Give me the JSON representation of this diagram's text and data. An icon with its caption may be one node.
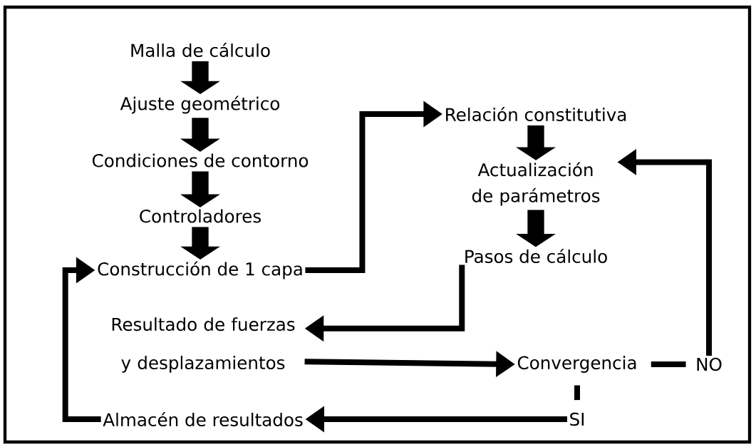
{
  "diagram": {
    "nodes": [
      {
        "text": [
          "Malla de cálculo"
        ]
      },
      {
        "text": [
          "Ajuste geométrico"
        ]
      },
      {
        "text": [
          "Condiciones de contorno"
        ]
      },
      {
        "text": [
          "Controladores"
        ]
      },
      {
        "text": [
          "Construcción de 1 capa"
        ]
      },
      {
        "text": [
          "Relación constitutiva"
        ]
      },
      {
        "text": [
          "Actualización de parámetros"
        ]
      },
      {
        "text": [
          "Pasos de cálculo"
        ]
      },
      {
        "text": [
          "Resultado de fuerzas y desplazamientos"
        ]
      },
      {
        "text": [
          "Convergencia"
        ]
      },
      {
        "text": [
          "NO"
        ]
      },
      {
        "text": [
          "SI"
        ]
      },
      {
        "text": [
          "Almacén de resultados"
        ]
      }
    ],
    "edges": [
      {
        "from": 0,
        "to": 1,
        "arrow": "to",
        "style": "thick"
      },
      {
        "from": 1,
        "to": 2,
        "arrow": "to",
        "style": "thick"
      },
      {
        "from": 2,
        "to": 3,
        "arrow": "to",
        "style": "thick"
      },
      {
        "from": 3,
        "to": 4,
        "arrow": "to",
        "style": "thick"
      },
      {
        "from": 4,
        "to": 5,
        "arrow": "to"
      },
      {
        "from": 5,
        "to": 6,
        "arrow": "to",
        "style": "thick"
      },
      {
        "from": 6,
        "to": 7,
        "arrow": "to",
        "style": "thick"
      },
      {
        "from": 7,
        "to": 8,
        "arrow": "to"
      },
      {
        "from": 8,
        "to": 9,
        "arrow": "to"
      },
      {
        "from": 9,
        "to": 10,
        "arrow": "none"
      },
      {
        "from": 10,
        "to": 6,
        "arrow": "to"
      },
      {
        "from": 9,
        "to": 11,
        "arrow": "none"
      },
      {
        "from": 11,
        "to": 12,
        "arrow": "to"
      },
      {
        "from": 12,
        "to": 4,
        "arrow": "to"
      }
    ]
  }
}
